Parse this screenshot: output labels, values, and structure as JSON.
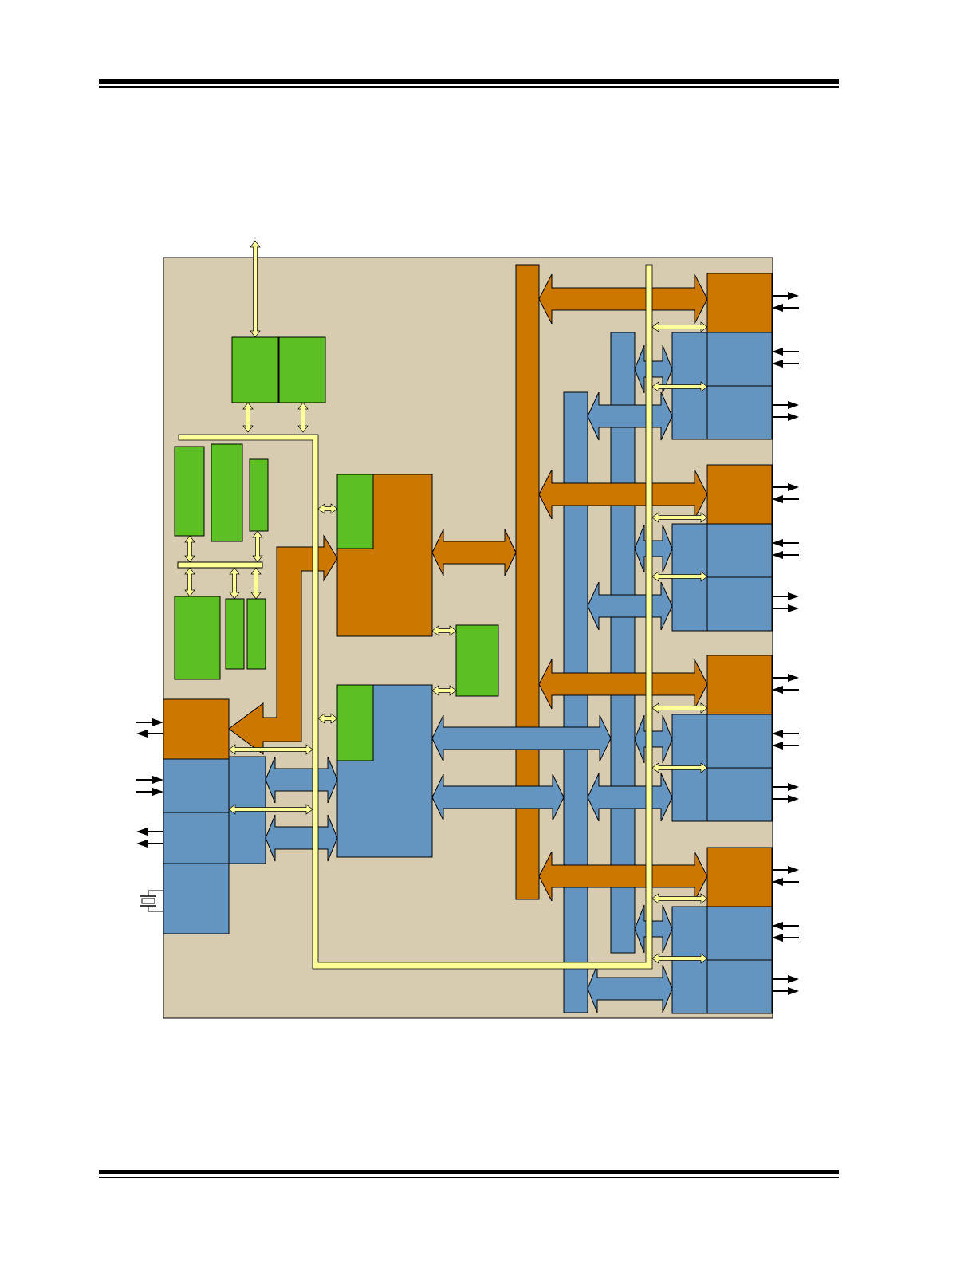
{
  "colors": {
    "panel": "#d8ccb0",
    "orange": "#cc7700",
    "blue": "#6494c0",
    "green": "#5cbf24",
    "yellow": "#ffff99",
    "outline": "#000000"
  },
  "diagram": {
    "blocks": [
      {
        "id": "top-left-green-a",
        "color": "green"
      },
      {
        "id": "top-left-green-b",
        "color": "green"
      },
      {
        "id": "memory-green-1",
        "color": "green"
      },
      {
        "id": "memory-green-2",
        "color": "green"
      },
      {
        "id": "memory-green-3",
        "color": "green"
      },
      {
        "id": "memory-green-4",
        "color": "green"
      },
      {
        "id": "memory-green-5",
        "color": "green"
      },
      {
        "id": "memory-green-6",
        "color": "green"
      },
      {
        "id": "center-orange-block",
        "color": "orange"
      },
      {
        "id": "center-blue-block",
        "color": "blue"
      },
      {
        "id": "center-green-block",
        "color": "green"
      },
      {
        "id": "left-orange-port",
        "color": "orange"
      },
      {
        "id": "left-blue-ports",
        "color": "blue"
      },
      {
        "id": "right-port-group-1",
        "color": "orange"
      },
      {
        "id": "right-port-group-2",
        "color": "orange"
      },
      {
        "id": "right-port-group-3",
        "color": "orange"
      },
      {
        "id": "right-port-group-4",
        "color": "orange"
      }
    ],
    "buses": [
      {
        "id": "orange-vertical-bus",
        "color": "orange"
      },
      {
        "id": "blue-vertical-bus-1",
        "color": "blue"
      },
      {
        "id": "blue-vertical-bus-2",
        "color": "blue"
      },
      {
        "id": "yellow-control-bus",
        "color": "yellow"
      }
    ]
  }
}
